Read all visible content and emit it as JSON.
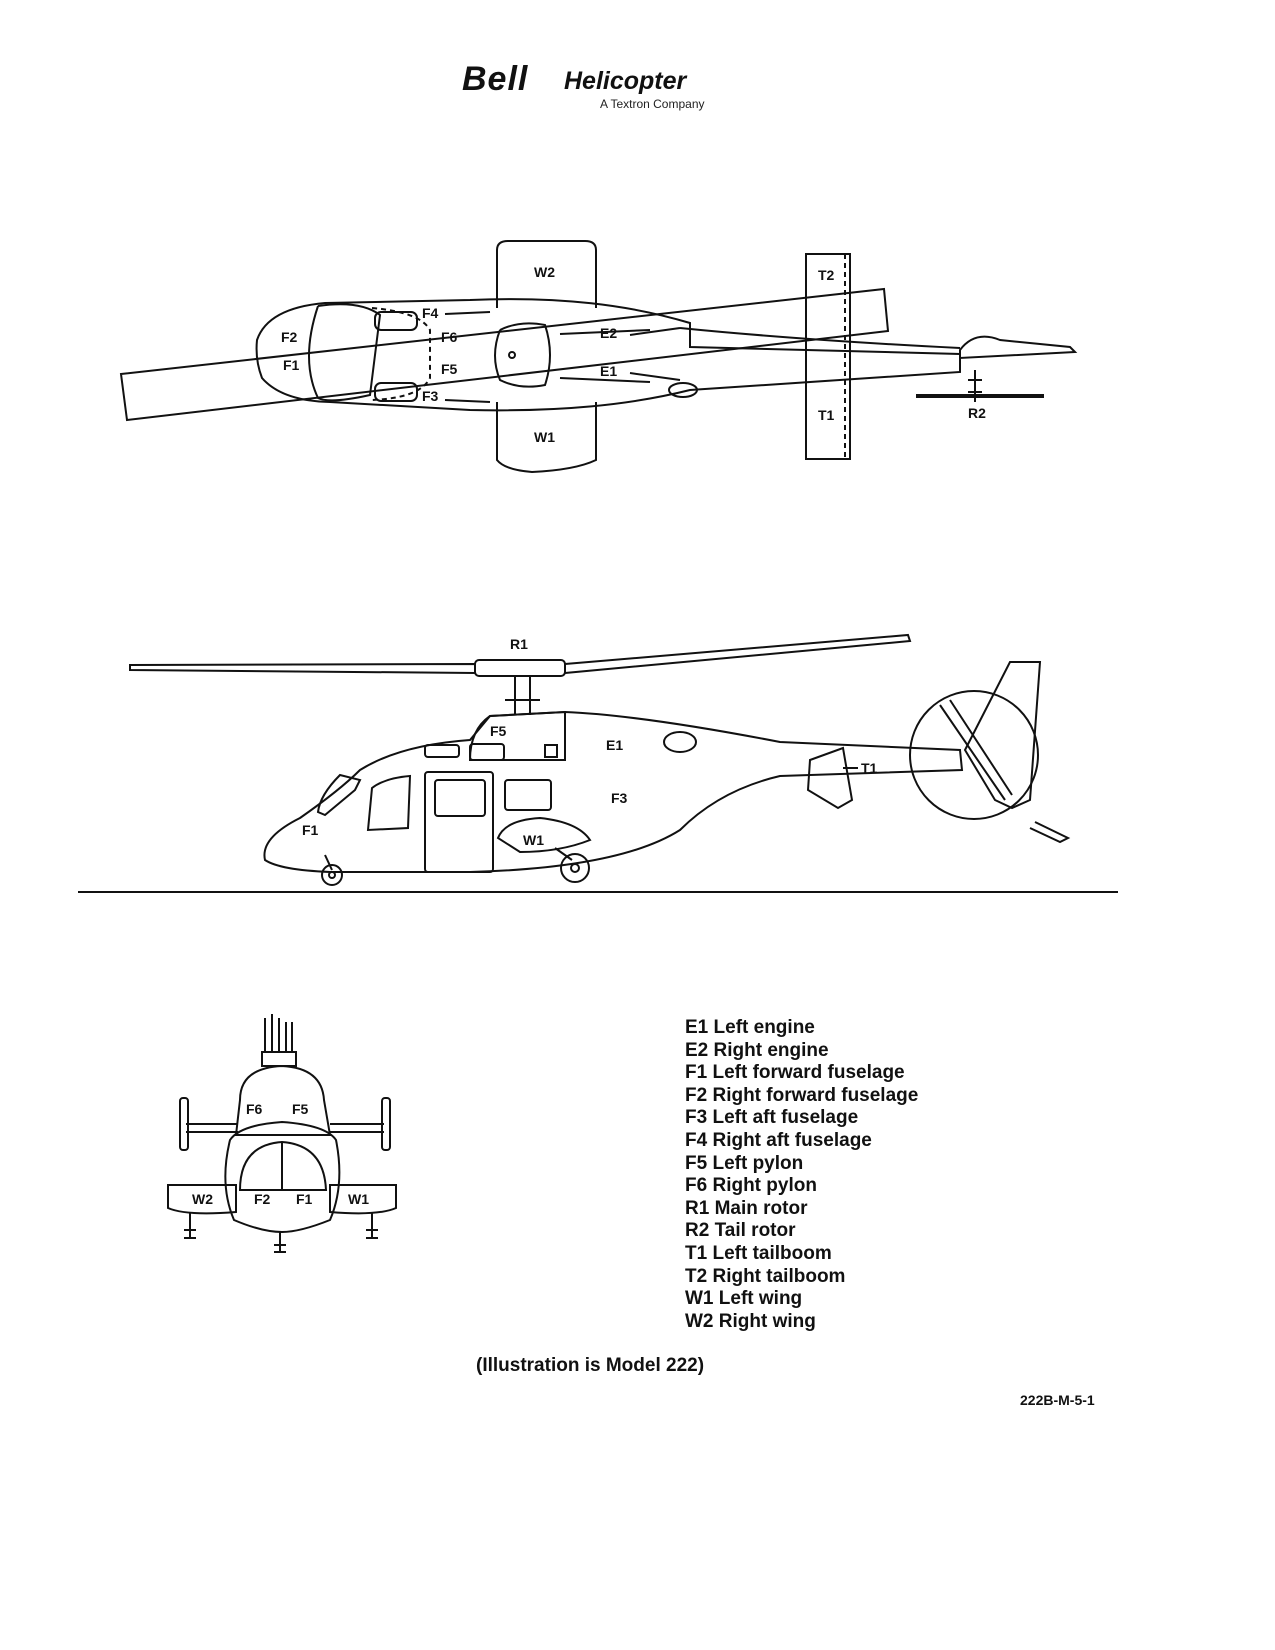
{
  "logo": {
    "bell": "Bell",
    "helicopter": "Helicopter",
    "subtitle": "A Textron Company"
  },
  "views": {
    "top": {
      "labels": [
        "W2",
        "T2",
        "F4",
        "F2",
        "F6",
        "E2",
        "F1",
        "F5",
        "E1",
        "F3",
        "W1",
        "T1",
        "R2"
      ]
    },
    "side": {
      "labels": [
        "R1",
        "F5",
        "E1",
        "T1",
        "F3",
        "F1",
        "W1"
      ]
    },
    "front": {
      "labels": [
        "F6",
        "F5",
        "W2",
        "F2",
        "F1",
        "W1"
      ]
    }
  },
  "legend": [
    {
      "code": "E1",
      "text": "Left engine"
    },
    {
      "code": "E2",
      "text": "Right engine"
    },
    {
      "code": "F1",
      "text": "Left forward fuselage"
    },
    {
      "code": "F2",
      "text": "Right forward fuselage"
    },
    {
      "code": "F3",
      "text": "Left aft fuselage"
    },
    {
      "code": "F4",
      "text": "Right aft fuselage"
    },
    {
      "code": "F5",
      "text": "Left pylon"
    },
    {
      "code": "F6",
      "text": "Right pylon"
    },
    {
      "code": "R1",
      "text": "Main rotor"
    },
    {
      "code": "R2",
      "text": "Tail rotor"
    },
    {
      "code": "T1",
      "text": "Left tailboom"
    },
    {
      "code": "T2",
      "text": "Right tailboom"
    },
    {
      "code": "W1",
      "text": "Left wing"
    },
    {
      "code": "W2",
      "text": "Right wing"
    }
  ],
  "caption": "(Illustration is Model 222)",
  "figure_id": "222B-M-5-1"
}
